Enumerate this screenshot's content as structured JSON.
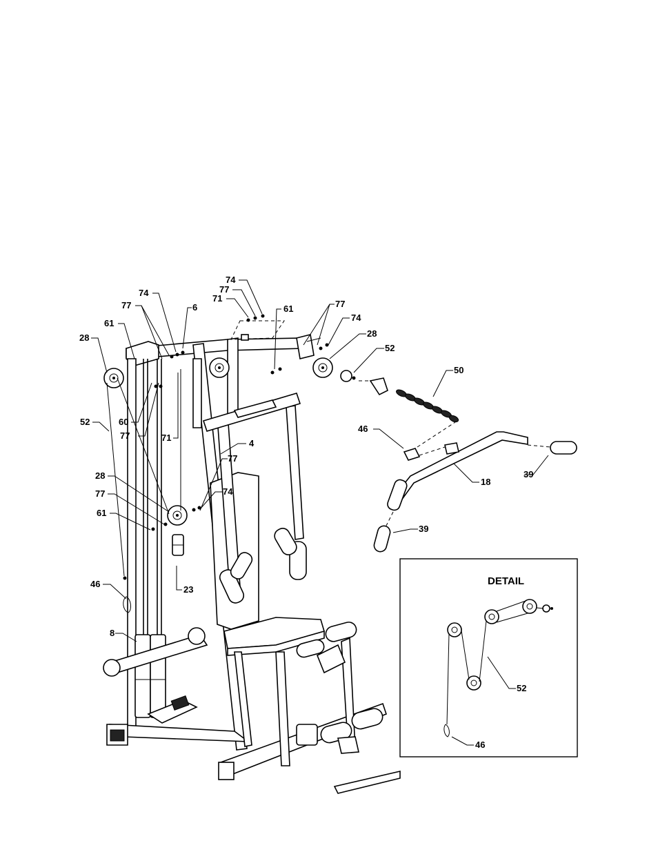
{
  "diagram": {
    "detail_title": "DETAIL",
    "callouts": [
      {
        "id": "c-74-top",
        "text": "74"
      },
      {
        "id": "c-77-top",
        "text": "77"
      },
      {
        "id": "c-71-top",
        "text": "71"
      },
      {
        "id": "c-61-top",
        "text": "61"
      },
      {
        "id": "c-77-right",
        "text": "77"
      },
      {
        "id": "c-74-right",
        "text": "74"
      },
      {
        "id": "c-28-right",
        "text": "28"
      },
      {
        "id": "c-52-right",
        "text": "52"
      },
      {
        "id": "c-50",
        "text": "50"
      },
      {
        "id": "c-74-left",
        "text": "74"
      },
      {
        "id": "c-77-left",
        "text": "77"
      },
      {
        "id": "c-6",
        "text": "6"
      },
      {
        "id": "c-61-left",
        "text": "61"
      },
      {
        "id": "c-28-left",
        "text": "28"
      },
      {
        "id": "c-52-left",
        "text": "52"
      },
      {
        "id": "c-60",
        "text": "60"
      },
      {
        "id": "c-77-mid",
        "text": "77"
      },
      {
        "id": "c-71-mid",
        "text": "71"
      },
      {
        "id": "c-4",
        "text": "4"
      },
      {
        "id": "c-77-center",
        "text": "77"
      },
      {
        "id": "c-74-center",
        "text": "74"
      },
      {
        "id": "c-28-lower",
        "text": "28"
      },
      {
        "id": "c-77-lower",
        "text": "77"
      },
      {
        "id": "c-61-lower",
        "text": "61"
      },
      {
        "id": "c-23",
        "text": "23"
      },
      {
        "id": "c-46-left",
        "text": "46"
      },
      {
        "id": "c-8",
        "text": "8"
      },
      {
        "id": "c-46-right",
        "text": "46"
      },
      {
        "id": "c-18",
        "text": "18"
      },
      {
        "id": "c-39-right",
        "text": "39"
      },
      {
        "id": "c-39-lower",
        "text": "39"
      },
      {
        "id": "c-52-detail",
        "text": "52"
      },
      {
        "id": "c-46-detail",
        "text": "46"
      }
    ]
  }
}
